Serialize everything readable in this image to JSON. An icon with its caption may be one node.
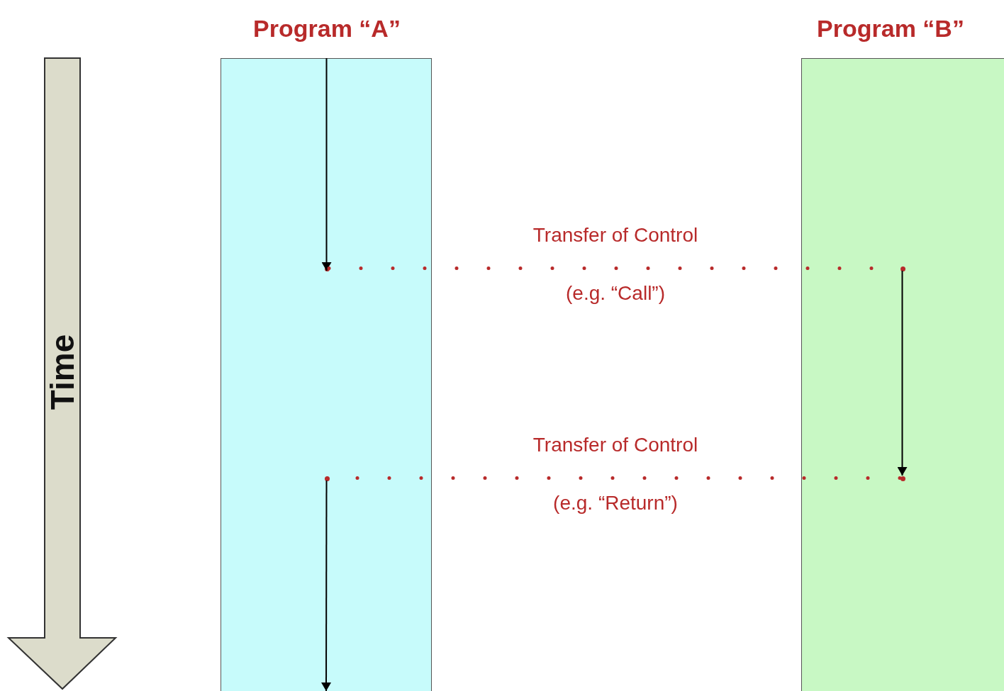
{
  "diagram": {
    "nodes": [
      {
        "text": [
          "Program “A”"
        ]
      },
      {
        "text": [],
        "shape": "dot",
        "in": 0
      },
      {
        "text": [],
        "shape": "dot",
        "in": 0
      },
      {
        "text": [
          "Program “B”"
        ]
      },
      {
        "text": [],
        "shape": "dot",
        "in": 3
      },
      {
        "text": [],
        "shape": "dot",
        "in": 3
      }
    ],
    "edges": [
      {
        "from": 0,
        "to": 1,
        "arrow": "to"
      },
      {
        "from": 1,
        "to": 4,
        "arrow": "none",
        "label": "Transfer of Control",
        "style": "dashed",
        "color": "#b82a2a"
      },
      {
        "from": 4,
        "to": 5,
        "arrow": "to"
      },
      {
        "from": 5,
        "to": 2,
        "arrow": "none",
        "label": "Transfer of Control",
        "style": "dashed",
        "color": "#b82a2a"
      },
      {
        "from": 2,
        "to": null,
        "arrow": "to"
      }
    ],
    "labels": [
      "Time",
      "(e.g. “Call”)",
      "(e.g. “Return”)"
    ]
  }
}
